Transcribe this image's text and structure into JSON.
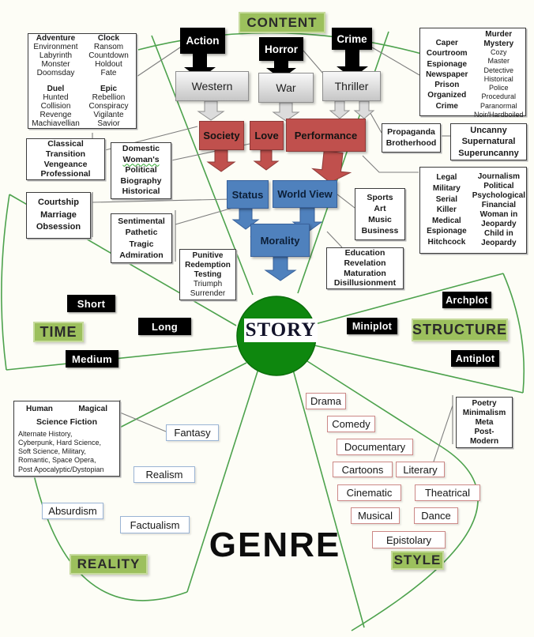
{
  "diagram": {
    "center": "STORY",
    "genre_label": "GENRE"
  },
  "sections": {
    "content": "CONTENT",
    "time": "TIME",
    "structure": "STRUCTURE",
    "reality": "REALITY",
    "style": "STYLE"
  },
  "colors": {
    "section_green": "#9cc05d",
    "node_red": "#c0504d",
    "node_blue": "#4f81bd",
    "node_black": "#000000",
    "node_gray": "#dcdcdc",
    "hub_green": "#0e870e",
    "line_green": "#4da24d"
  },
  "content_flow": {
    "action": "Action",
    "horror": "Horror",
    "crime": "Crime",
    "western": "Western",
    "war": "War",
    "thriller": "Thriller",
    "society": "Society",
    "love": "Love",
    "performance": "Performance",
    "status": "Status",
    "world_view": "World View",
    "morality": "Morality"
  },
  "time_items": {
    "short": "Short",
    "long": "Long",
    "medium": "Medium"
  },
  "structure_items": {
    "archplot": "Archplot",
    "miniplot": "Miniplot",
    "antiplot": "Antiplot"
  },
  "reality_items": {
    "fantasy": "Fantasy",
    "realism": "Realism",
    "absurdism": "Absurdism",
    "factualism": "Factualism"
  },
  "style_items": {
    "drama": "Drama",
    "comedy": "Comedy",
    "documentary": "Documentary",
    "cartoons": "Cartoons",
    "literary": "Literary",
    "cinematic": "Cinematic",
    "theatrical": "Theatrical",
    "musical": "Musical",
    "dance": "Dance",
    "epistolary": "Epistolary"
  },
  "detail_boxes": {
    "action_types": {
      "g1h": "Adventure",
      "g1": "Environment\nLabyrinth\nMonster\nDoomsday",
      "g2h": "Clock",
      "g2": "Ransom\nCountdown\nHoldout\nFate",
      "g3h": "Duel",
      "g3": "Hunted\nCollision\nRevenge\nMachiavellian",
      "g4h": "Epic",
      "g4": "Rebellion\nConspiracy\nVigilante\nSavior"
    },
    "crime_types": {
      "col1": "Caper\nCourtroom\nEspionage\nNewspaper\nPrison\nOrganized\nCrime",
      "col2h": "Murder\nMystery",
      "col2": "Cozy\nMaster\nDetective\nHistorical\nPolice Procedural\nParanormal\nNoir/Hardboiled"
    },
    "western_types": "Classical\nTransition\nVengeance\nProfessional",
    "society_types": {
      "line1": "Domestic",
      "line2": "Woman's",
      "rest": "Political\nBiography\nHistorical"
    },
    "love_types": "Courtship\nMarriage\nObsession",
    "sentiment_types": "Sentimental\nPathetic\nTragic\nAdmiration",
    "morality_types": {
      "bold": "Punitive\nRedemption\nTesting",
      "plain": "Triumph\nSurrender"
    },
    "education_types": "Education\nRevelation\nMaturation\nDisillusionment",
    "performance_types": "Sports\nArt\nMusic\nBusiness",
    "war_types": "Propaganda\nBrotherhood",
    "horror_types": "Uncanny\nSupernatural\nSuperuncanny",
    "thriller_types": {
      "col1": "Legal\nMilitary\nSerial\nKiller\nMedical\nEspionage\nHitchcock",
      "col2": "Journalism\nPolitical\nPsychological\nFinancial\nWoman in\nJeopardy\nChild in\nJeopardy"
    },
    "scifi_types": {
      "left": "Human",
      "right": "Magical",
      "header": "Science Fiction",
      "items": "Alternate History,\nCyberpunk, Hard Science,\nSoft Science, Military,\nRomantic, Space Opera,\nPost Apocalyptic/Dystopian"
    },
    "style_extra": "Poetry\nMinimalism\nMeta\nPost-\nModern"
  }
}
